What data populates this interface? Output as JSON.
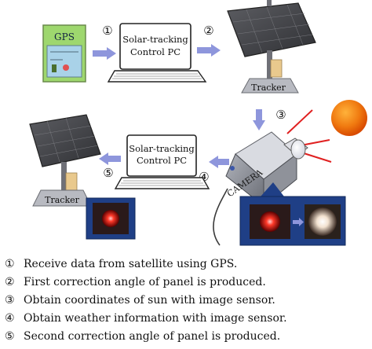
{
  "diagram": {
    "gps_label": "GPS",
    "pc_top": {
      "line1": "Solar-tracking",
      "line2": "Control PC"
    },
    "pc_middle": {
      "line1": "Solar-tracking",
      "line2": "Control PC"
    },
    "tracker_top_label": "Tracker",
    "tracker_left_label": "Tracker",
    "camera_label": "CAMERA",
    "step_marks": [
      "①",
      "②",
      "③",
      "④",
      "⑤"
    ]
  },
  "legend": {
    "items": [
      {
        "num": "①",
        "text": "Receive data from satellite using GPS."
      },
      {
        "num": "②",
        "text": "First correction angle of panel is produced."
      },
      {
        "num": "③",
        "text": "Obtain coordinates of sun with image sensor."
      },
      {
        "num": "④",
        "text": "Obtain weather information with image sensor."
      },
      {
        "num": "⑤",
        "text": "Second correction angle of panel is produced."
      }
    ]
  },
  "colors": {
    "arrow": "#8e96dc",
    "gps_green": "#9ed76e",
    "screen_blue": "#1f3f86",
    "sun": "#f07a10",
    "sun_rays": "#e02020",
    "panel": "#45464a",
    "tracker_base": "#b8bac1",
    "tracker_box": "#e9c98d"
  }
}
